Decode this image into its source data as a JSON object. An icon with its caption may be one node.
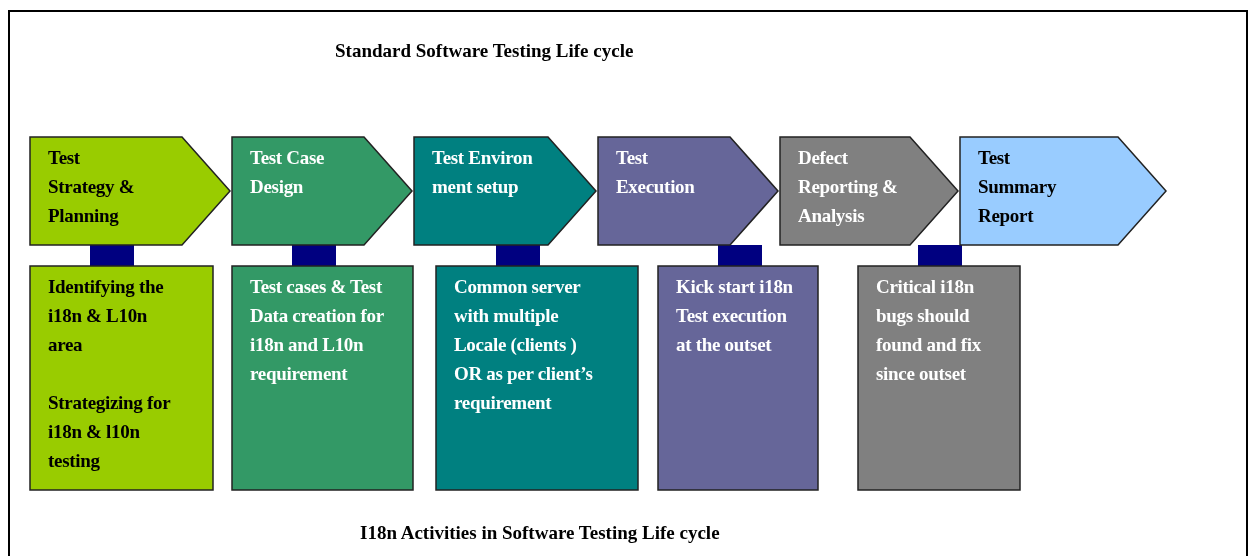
{
  "diagram": {
    "title": "Standard Software Testing Life cycle",
    "caption": "I18n Activities in Software Testing Life cycle",
    "nodes": [
      {
        "text": [
          "Test Strategy & Planning"
        ]
      },
      {
        "text": [
          "Test Case Design"
        ]
      },
      {
        "text": [
          "Test Environment setup"
        ]
      },
      {
        "text": [
          "Test Execution"
        ]
      },
      {
        "text": [
          "Defect Reporting & Analysis"
        ]
      },
      {
        "text": [
          "Test Summary Report"
        ]
      },
      {
        "text": [
          "Identifying the i18n & L10n area",
          "Strategizing for i18n & l10n testing"
        ]
      },
      {
        "text": [
          "Test cases & Test Data creation for i18n and L10n requirement"
        ]
      },
      {
        "text": [
          "Common server with multiple Locale (clients ) OR as per client’s requirement"
        ]
      },
      {
        "text": [
          "Kick start i18n Test execution at the outset"
        ]
      },
      {
        "text": [
          "Critical i18n bugs should found and fix since outset"
        ]
      }
    ],
    "edges": [
      {
        "from": 0,
        "to": 6,
        "arrow": "none"
      },
      {
        "from": 1,
        "to": 7,
        "arrow": "none"
      },
      {
        "from": 2,
        "to": 8,
        "arrow": "none"
      },
      {
        "from": 3,
        "to": 9,
        "arrow": "none"
      },
      {
        "from": 4,
        "to": 10,
        "arrow": "none"
      }
    ]
  }
}
